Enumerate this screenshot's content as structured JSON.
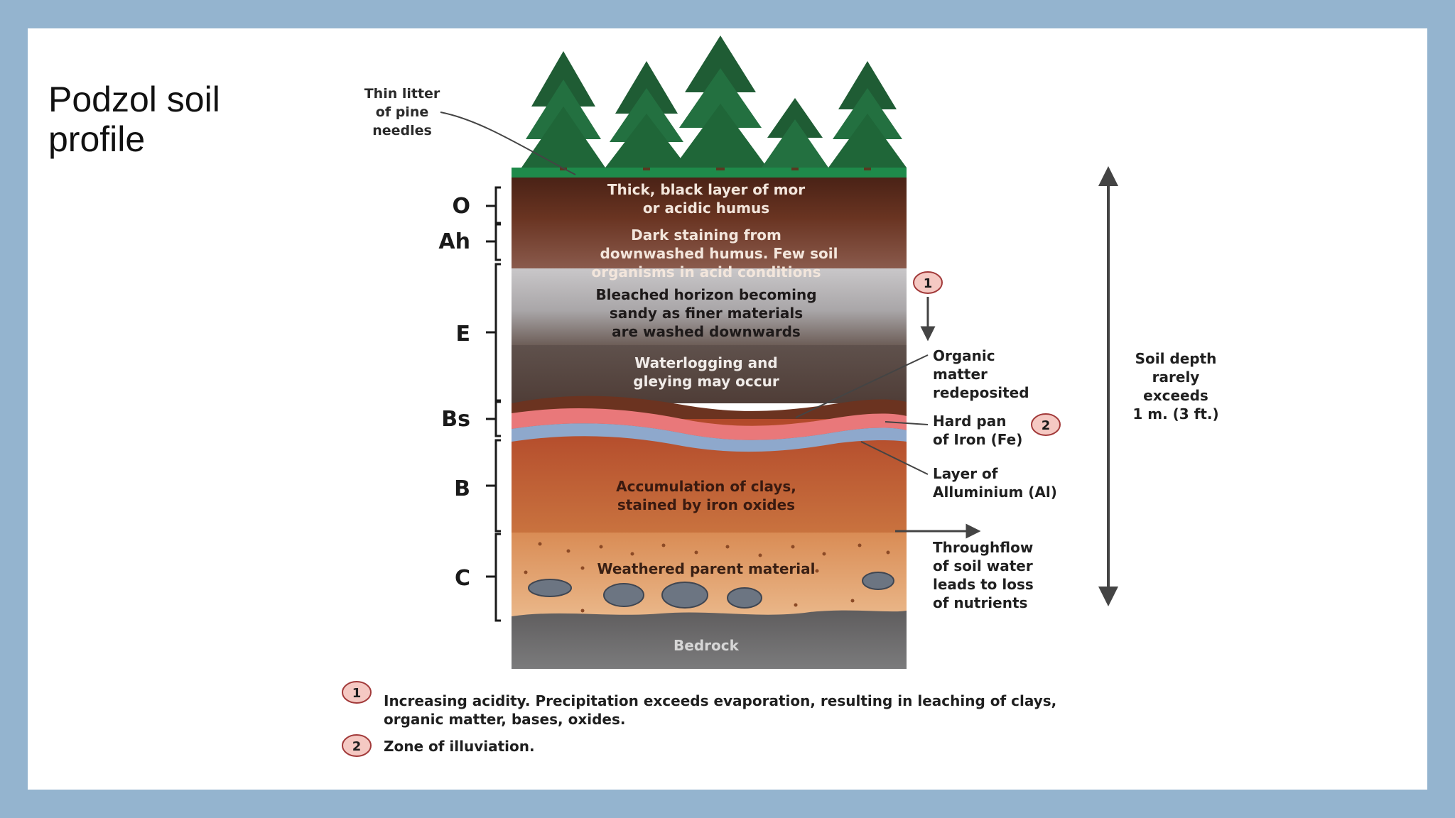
{
  "title": {
    "line1": "Podzol soil",
    "line2": "profile"
  },
  "horizons": [
    {
      "label": "O",
      "description": [
        "Thick, black layer of mor",
        "or acidic humus"
      ]
    },
    {
      "label": "Ah",
      "description": [
        "Dark staining from",
        "downwashed humus. Few soil",
        "organisms in acid conditions"
      ]
    },
    {
      "label": "E",
      "description": [
        "Bleached horizon becoming",
        "sandy as finer materials",
        "are washed downwards"
      ],
      "description2": [
        "Waterlogging and",
        "gleying may occur"
      ]
    },
    {
      "label": "Bs"
    },
    {
      "label": "B",
      "description": [
        "Accumulation of clays,",
        "stained by iron oxides"
      ]
    },
    {
      "label": "C",
      "description": [
        "Weathered parent material"
      ]
    }
  ],
  "bedrock": "Bedrock",
  "litter_note": [
    "Thin litter",
    "of pine",
    "needles"
  ],
  "right_notes": {
    "organic": [
      "Organic",
      "matter",
      "redeposited"
    ],
    "hardpan": [
      "Hard pan",
      "of Iron (Fe)"
    ],
    "aluminium": [
      "Layer of",
      "Alluminium (Al)"
    ],
    "throughflow": [
      "Throughflow",
      "of soil water",
      "leads to loss",
      "of nutrients"
    ]
  },
  "depth_note": [
    "Soil depth",
    "rarely",
    "exceeds",
    "1 m. (3 ft.)"
  ],
  "markers": {
    "one": "1",
    "two": "2"
  },
  "legend": [
    {
      "marker": "1",
      "lines": [
        "Increasing acidity. Precipitation exceeds evaporation, resulting in leaching of clays,",
        "organic matter, bases, oxides."
      ]
    },
    {
      "marker": "2",
      "lines": [
        "Zone of illuviation."
      ]
    }
  ],
  "colors": {
    "background": "#94b4cf",
    "O": "#5a2a1b",
    "Ah": "#6e3a2a",
    "E_upper": "#b7b4b6",
    "E_lower": "#5b4a45",
    "iron": "#e9787a",
    "aluminium": "#8ea8cc",
    "B": "#b9542c",
    "C": "#e2a272",
    "bedrock": "#6f6f70",
    "marker": "#f5c9c3"
  }
}
